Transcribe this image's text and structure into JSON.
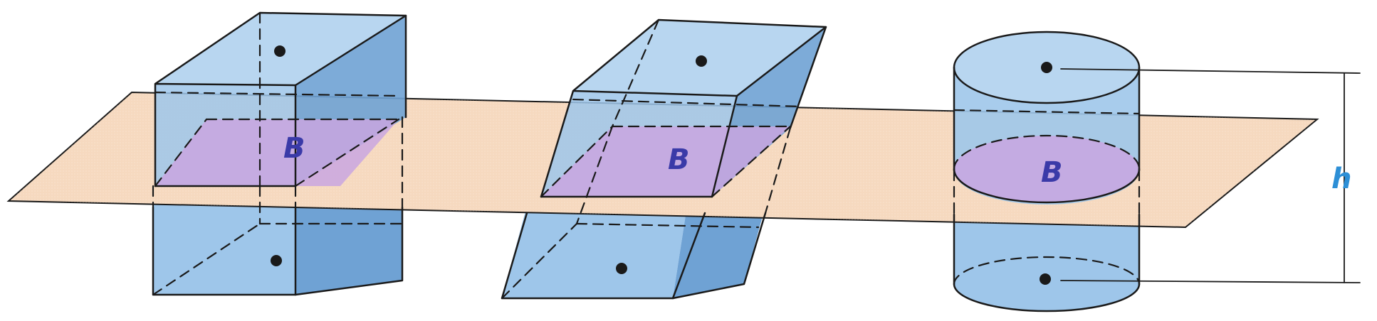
{
  "diagram": {
    "base_label": "B",
    "height_label": "h",
    "colors": {
      "solid_fill": "#9ec6ea",
      "solid_dark": "#6fa2d4",
      "solid_top": "#b8d6f0",
      "edge": "#1a1a1a",
      "plane_fill": "#f6d9bf",
      "section_fill": "#c9a6e0",
      "label_blue": "#3a3aa8",
      "h_color": "#2d8fd6"
    },
    "solids": [
      {
        "name": "right-square-prism"
      },
      {
        "name": "oblique-prism"
      },
      {
        "name": "right-cylinder"
      }
    ]
  }
}
